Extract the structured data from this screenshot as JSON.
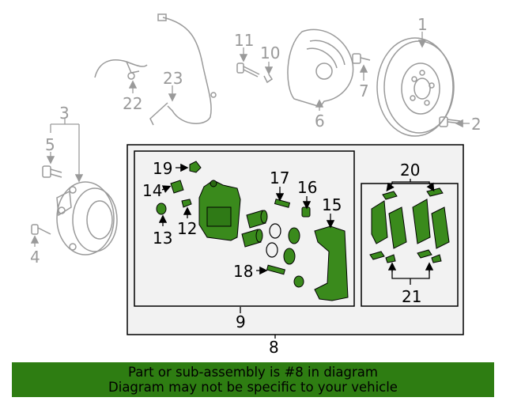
{
  "callouts": {
    "n1": "1",
    "n2": "2",
    "n3": "3",
    "n4": "4",
    "n5": "5",
    "n6": "6",
    "n7": "7",
    "n8": "8",
    "n9": "9",
    "n10": "10",
    "n11": "11",
    "n12": "12",
    "n13": "13",
    "n14": "14",
    "n15": "15",
    "n16": "16",
    "n17": "17",
    "n18": "18",
    "n19": "19",
    "n20": "20",
    "n21": "21",
    "n22": "22",
    "n23": "23"
  },
  "banner": {
    "line1": "Part or sub-assembly is #8 in diagram",
    "line2": "Diagram may not be specific to your vehicle"
  },
  "colors": {
    "highlight": "#2e7d12",
    "part_green": "#3a8a1c",
    "muted": "#9a9a9a"
  }
}
